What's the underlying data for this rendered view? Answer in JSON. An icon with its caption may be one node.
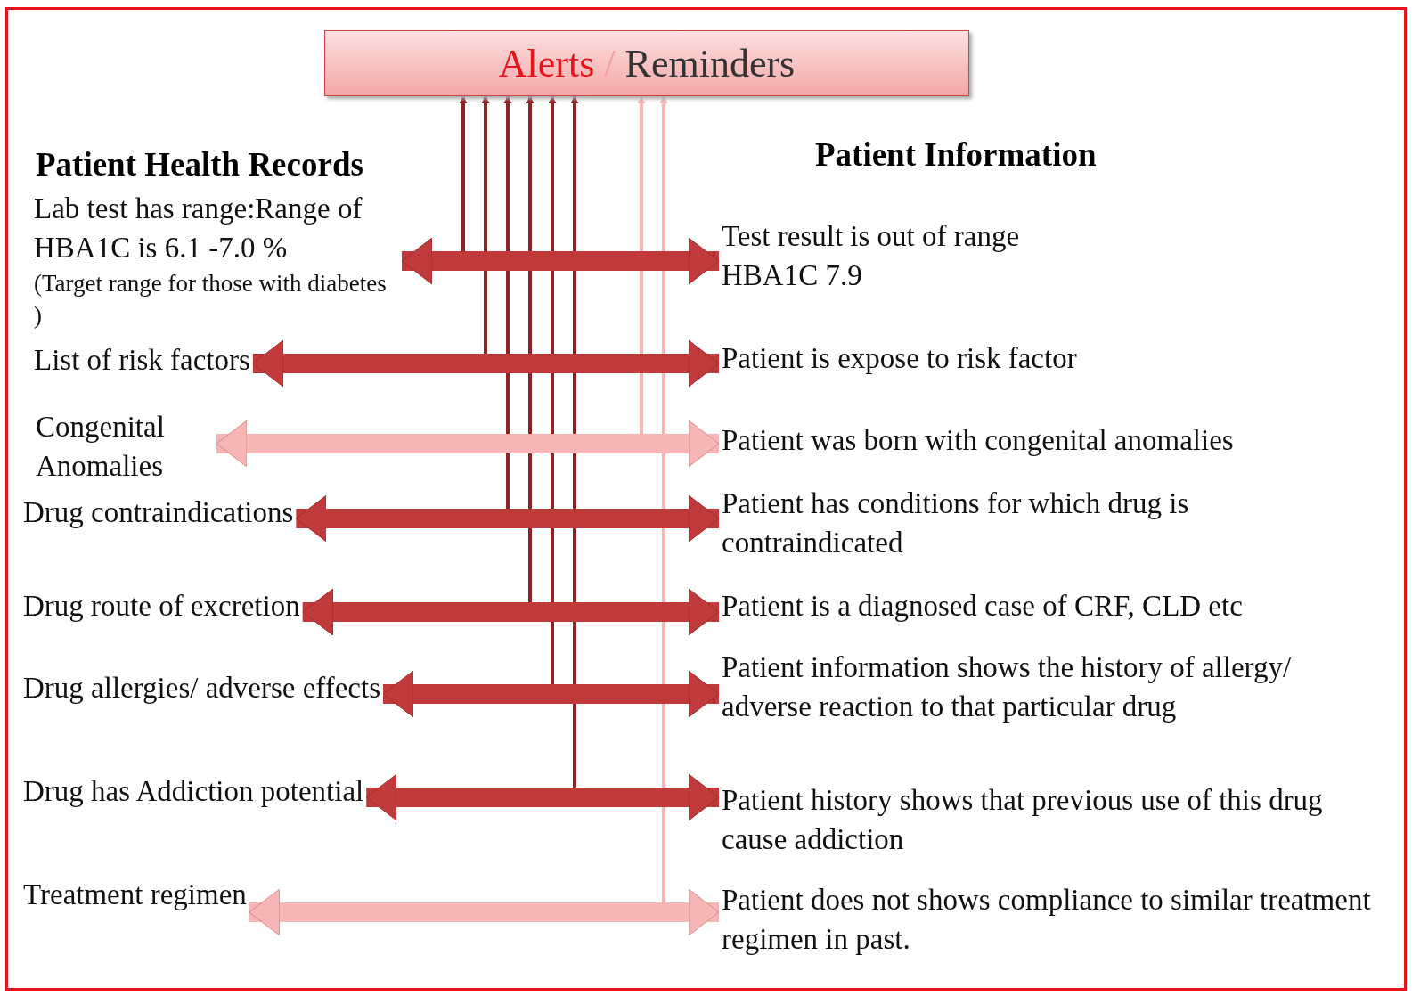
{
  "diagram": {
    "nodes": [
      {
        "text": [
          "Alerts / Reminders"
        ]
      },
      {
        "text": [
          "Lab test has range:Range of HBA1C is 6.1 -7.0 %",
          "(Target range for those with diabetes )"
        ]
      },
      {
        "text": [
          "Test result is out of range HBA1C 7.9"
        ]
      },
      {
        "text": [
          "List of risk factors"
        ]
      },
      {
        "text": [
          "Patient is expose to risk factor"
        ]
      },
      {
        "text": [
          "Congenital Anomalies"
        ]
      },
      {
        "text": [
          "Patient was born with congenital anomalies"
        ]
      },
      {
        "text": [
          "Drug contraindications"
        ]
      },
      {
        "text": [
          "Patient has conditions for which drug is contraindicated"
        ]
      },
      {
        "text": [
          "Drug route of excretion"
        ]
      },
      {
        "text": [
          "Patient is a diagnosed case of CRF, CLD etc"
        ]
      },
      {
        "text": [
          "Drug allergies/ adverse effects"
        ]
      },
      {
        "text": [
          "Patient information shows the history of allergy/ adverse reaction to that particular drug"
        ]
      },
      {
        "text": [
          "Drug has Addiction potential"
        ]
      },
      {
        "text": [
          "Patient history shows that previous use of this drug cause addiction"
        ]
      },
      {
        "text": [
          "Treatment regimen"
        ]
      },
      {
        "text": [
          "Patient does not shows compliance to similar treatment regimen in past."
        ]
      }
    ],
    "edges": [
      {
        "from": 1,
        "to": 2,
        "arrow": "both",
        "style": "thick"
      },
      {
        "from": 3,
        "to": 4,
        "arrow": "both",
        "style": "thick"
      },
      {
        "from": 5,
        "to": 6,
        "arrow": "both",
        "style": "thick",
        "color": "#f6b6b6"
      },
      {
        "from": 7,
        "to": 8,
        "arrow": "both",
        "style": "thick"
      },
      {
        "from": 9,
        "to": 10,
        "arrow": "both",
        "style": "thick"
      },
      {
        "from": 11,
        "to": 12,
        "arrow": "both",
        "style": "thick"
      },
      {
        "from": 13,
        "to": 14,
        "arrow": "both",
        "style": "thick"
      },
      {
        "from": 15,
        "to": 16,
        "arrow": "both",
        "style": "thick",
        "color": "#f6b6b6"
      },
      {
        "from": null,
        "to": 0,
        "arrow": "to"
      },
      {
        "from": null,
        "to": 0,
        "arrow": "to"
      },
      {
        "from": null,
        "to": 0,
        "arrow": "to"
      },
      {
        "from": null,
        "to": 0,
        "arrow": "to"
      },
      {
        "from": null,
        "to": 0,
        "arrow": "to"
      },
      {
        "from": null,
        "to": 0,
        "arrow": "to"
      },
      {
        "from": null,
        "to": 0,
        "arrow": "to",
        "color": "#f6b6b6"
      },
      {
        "from": null,
        "to": 0,
        "arrow": "to",
        "color": "#f6b6b6"
      }
    ],
    "labels": [
      "Patient Health Records",
      "Patient Information"
    ]
  }
}
